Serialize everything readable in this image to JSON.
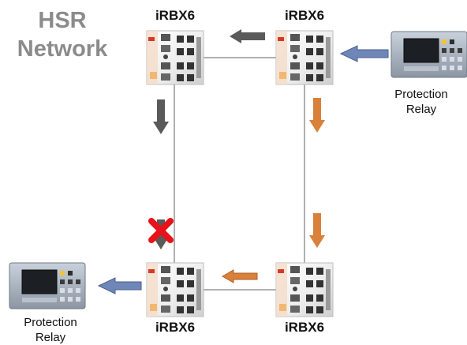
{
  "title": {
    "line1": "HSR",
    "line2": "Network"
  },
  "devices": {
    "top_left": {
      "label": "iRBX6"
    },
    "top_right": {
      "label": "iRBX6"
    },
    "bottom_left": {
      "label": "iRBX6"
    },
    "bottom_right": {
      "label": "iRBX6"
    }
  },
  "relays": {
    "right": {
      "line1": "Protection",
      "line2": "Relay"
    },
    "left": {
      "line1": "Protection",
      "line2": "Relay"
    }
  },
  "colors": {
    "title": "#8b8b8b",
    "ring_line": "#b0b0b0",
    "arrow_blue": "#6f87b8",
    "arrow_orange": "#d9803a",
    "arrow_gray": "#5a5a5a",
    "failure_x": "#e8131a"
  },
  "icons": {
    "device": "switch-icon",
    "relay": "protection-relay-icon",
    "failure": "red-x-icon"
  }
}
